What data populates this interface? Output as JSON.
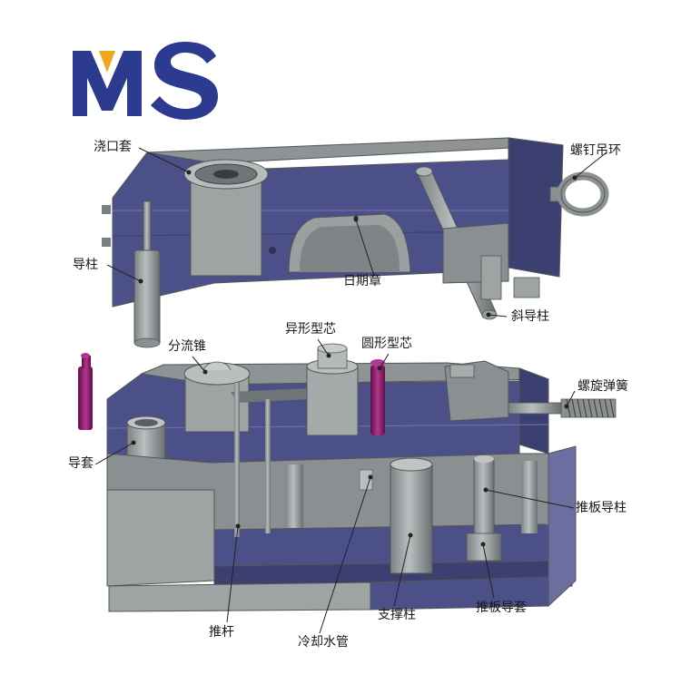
{
  "logo": {
    "text": "MS",
    "color_blue": "#2c3a8f",
    "color_gold": "#f0a820"
  },
  "labels": {
    "sprue_bushing": "浇口套",
    "lifting_eye_bolt": "螺钉吊环",
    "guide_pillar": "导柱",
    "date_stamp": "日期章",
    "angle_pin": "斜导柱",
    "special_core": "异形型芯",
    "round_core": "圆形型芯",
    "sprue_spreader": "分流锥",
    "spiral_spring": "螺旋弹簧",
    "guide_bushing": "导套",
    "ejector_guide_pillar": "推板导柱",
    "ejector_pin": "推杆",
    "support_pillar": "支撑柱",
    "cooling_pipe": "冷却水管",
    "ejector_guide_bushing": "推板导套"
  },
  "colors": {
    "plate_front": "#4b5088",
    "plate_top": "#8e9496",
    "steel_light": "#a9aeae",
    "steel_dark": "#6f7476",
    "pin_magenta": "#8c1a6a",
    "leader": "#222222"
  }
}
